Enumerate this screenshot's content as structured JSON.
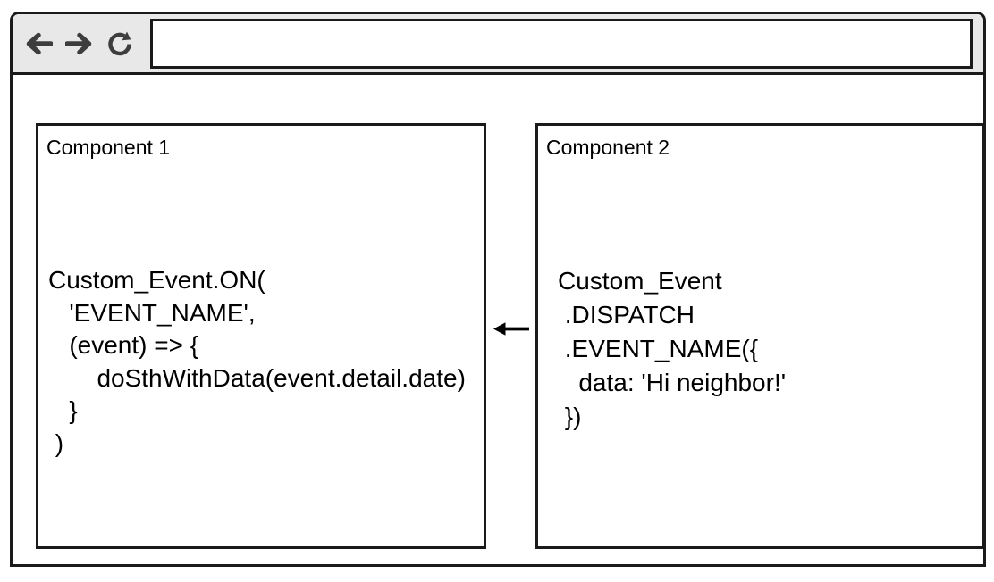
{
  "window": {
    "toolbar": {
      "back_icon": "back-arrow",
      "forward_icon": "forward-arrow",
      "reload_icon": "reload-circular-arrow",
      "address_bar_value": ""
    }
  },
  "components": [
    {
      "title": "Component 1",
      "code": "Custom_Event.ON(\n   'EVENT_NAME',\n   (event) => {\n       doSthWithData(event.detail.date)\n   }\n )"
    },
    {
      "title": "Component 2",
      "code": "Custom_Event\n .DISPATCH\n .EVENT_NAME({\n   data: 'Hi neighbor!'\n })"
    }
  ],
  "event_arrow": {
    "icon": "left-arrow",
    "direction": "left"
  },
  "colors": {
    "border": "#1a1a1a",
    "toolbar_bg": "#e8e8e8",
    "icon": "#3d3d3d",
    "text": "#000000",
    "background": "#ffffff"
  }
}
